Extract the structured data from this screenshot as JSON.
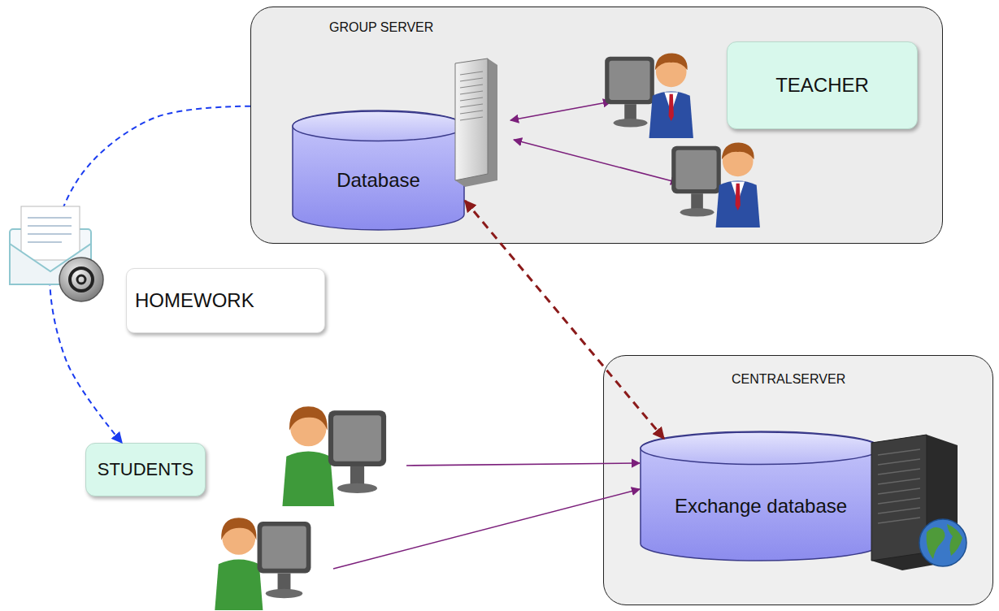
{
  "diagram": {
    "nodes": [
      {
        "text": [
          "GROUP SERVER"
        ]
      },
      {
        "text": [
          "Database"
        ],
        "in": 0
      },
      {
        "text": [
          "TEACHER"
        ],
        "in": 0
      },
      {
        "text": [
          "HOMEWORK"
        ]
      },
      {
        "text": [
          "STUDENTS"
        ]
      },
      {
        "text": [
          "CENTRALSERVER"
        ]
      },
      {
        "text": [
          "Exchange database"
        ],
        "in": 5
      }
    ],
    "edges": [
      {
        "from": 1,
        "to": 6,
        "arrow": "both"
      },
      {
        "from": 0,
        "to": 4,
        "arrow": "to"
      }
    ]
  }
}
